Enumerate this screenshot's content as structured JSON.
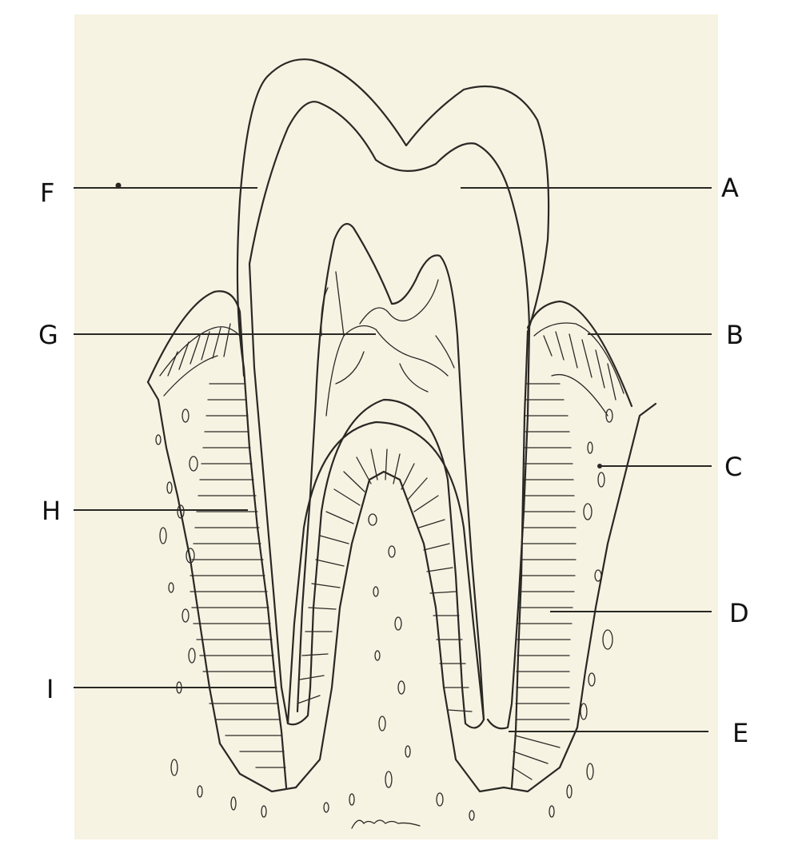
{
  "diagram": {
    "subject": "tooth-cross-section",
    "labels": {
      "A": "A",
      "B": "B",
      "C": "C",
      "D": "D",
      "E": "E",
      "F": "F",
      "G": "G",
      "H": "H",
      "I": "I"
    }
  },
  "colors": {
    "paper": "#f6f3e3",
    "ink": "#2a2824"
  }
}
